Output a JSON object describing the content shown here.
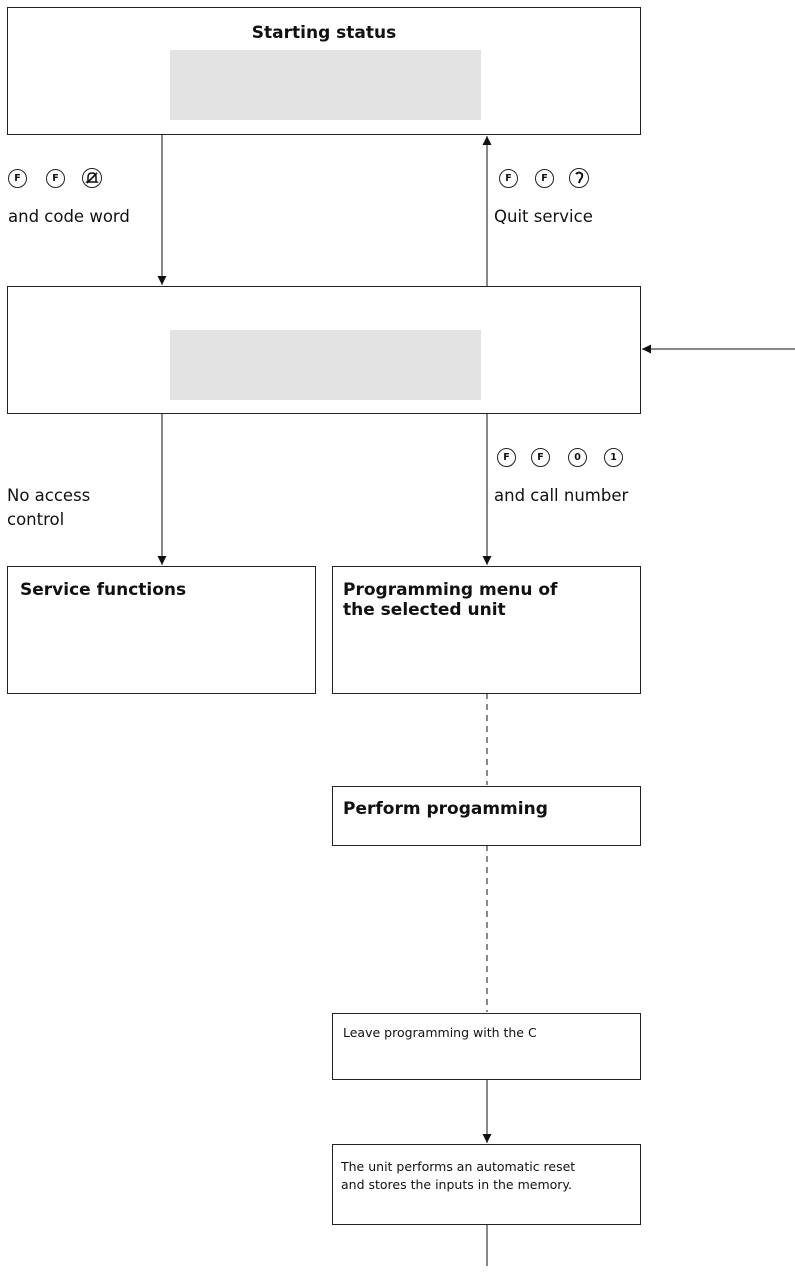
{
  "boxes": {
    "starting_status": "Starting status",
    "service_functions": "Service functions",
    "programming_menu_line1": "Programming menu of",
    "programming_menu_line2": "the selected unit",
    "perform_programming": "Perform progamming",
    "leave_programming": "Leave programming with the C",
    "auto_reset_line1": "The unit performs an automatic reset",
    "auto_reset_line2": "and stores the inputs in the memory."
  },
  "labels": {
    "code_word": "and code word",
    "quit_service": "Quit service",
    "no_access_line1": "No access",
    "no_access_line2": "control",
    "call_number": "and call number"
  },
  "keys": {
    "enter_service": [
      "F",
      "F",
      "bell-icon"
    ],
    "quit_service": [
      "F",
      "F",
      "handset-icon"
    ],
    "select_unit": [
      "F",
      "F",
      "0",
      "1"
    ]
  }
}
